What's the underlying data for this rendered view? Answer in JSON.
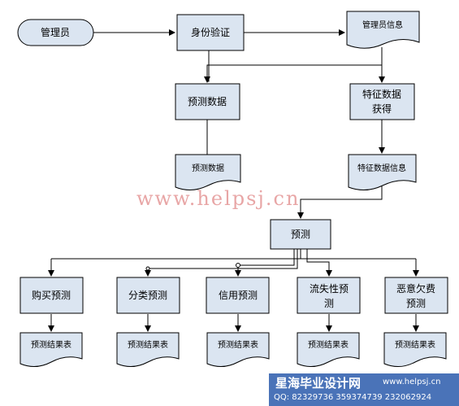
{
  "nodes": {
    "admin": "管理员",
    "auth": "身份验证",
    "admin_info": "管理员信息",
    "predict_data": "预测数据",
    "feature_get_1": "特征数据",
    "feature_get_2": "获得",
    "predict_data_doc": "预测数据",
    "feature_info_doc": "特征数据信息",
    "predict": "预测",
    "purchase": "购买预测",
    "classify": "分类预测",
    "credit": "信用预测",
    "churn_1": "流失性预",
    "churn_2": "测",
    "malicious_1": "恶意欠费",
    "malicious_2": "预测",
    "result_doc": "预测结果表"
  },
  "watermark": "www.helpsj.cn",
  "banner": {
    "title": "星海毕业设计网",
    "url": "www.helpsj.cn",
    "qq": "QQ: 82329736  359374739  232062924"
  },
  "colors": {
    "box_fill": "#dbe5f1",
    "banner": "#4a73b8",
    "watermark": "#e8a6a6"
  }
}
